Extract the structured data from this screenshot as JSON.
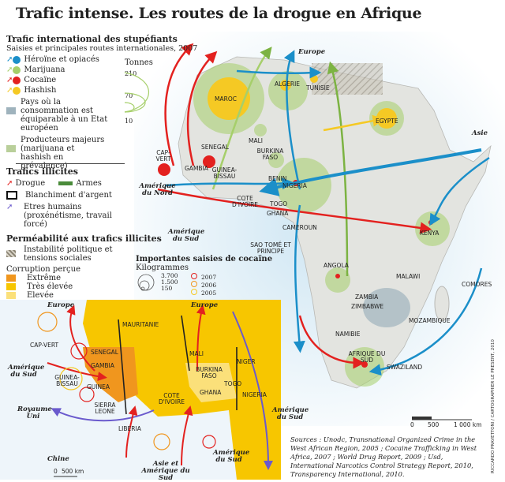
{
  "title": "Trafic intense. Les routes de la drogue en Afrique",
  "legend": {
    "section1_title": "Trafic international des stupéfiants",
    "section1_subtitle": "Saisies et principales routes internationales, 2007",
    "drugs": [
      {
        "label": "Héroïne et opiacés",
        "color": "#1b8fc9"
      },
      {
        "label": "Marijuana",
        "color": "#a6cf6a"
      },
      {
        "label": "Cocaïne",
        "color": "#e3211f"
      },
      {
        "label": "Hashish",
        "color": "#f5c924"
      }
    ],
    "consumption": "Pays où la consommation est équiparable à un Etat européen",
    "producers": "Producteurs majeurs (marijuana et hashish en prévalence)",
    "tonnes_title": "Tonnes",
    "tonnes": [
      "210",
      "70",
      "10"
    ],
    "section2_title": "Trafics illicites",
    "drogue": "Drogue",
    "armes": "Armes",
    "blanchiment": "Blanchiment d'argent",
    "humains": "Etres humains (proxénétisme, travail forcé)",
    "section3_title": "Perméabilité aux trafics illicites",
    "instabilite": "Instabilité politique et tensions sociales",
    "corruption_title": "Corruption perçue",
    "corruption": [
      {
        "label": "Extrême",
        "color": "#f0961e"
      },
      {
        "label": "Très élevée",
        "color": "#f7c600"
      },
      {
        "label": "Elevée",
        "color": "#fbe07a"
      }
    ]
  },
  "seizures": {
    "title": "Importantes saisies de cocaïne",
    "unit": "Kilogrammes",
    "sizes": [
      "3.700",
      "1.500",
      "150"
    ],
    "years": [
      {
        "label": "2007",
        "color": "#e3211f"
      },
      {
        "label": "2006",
        "color": "#f0961e"
      },
      {
        "label": "2005",
        "color": "#f5c924"
      }
    ]
  },
  "map": {
    "regions": [
      "Europe",
      "Asie",
      "Amérique du Nord",
      "Amérique du Sud",
      "Amérique du Sud"
    ],
    "countries": [
      "MAROC",
      "ALGERIE",
      "TUNISIE",
      "EGYPTE",
      "MALI",
      "SENEGAL",
      "GAMBIA",
      "GUINEA-BISSAU",
      "CAP-VERT",
      "BURKINA FASO",
      "BENIN",
      "NIGERIA",
      "TOGO",
      "GHANA",
      "COTE D'IVOIRE",
      "CAMEROUN",
      "SAO TOMÉ ET PRINCIPE",
      "KENYA",
      "ANGOLA",
      "ZAMBIA",
      "ZIMBABWE",
      "MALAWI",
      "COMORES",
      "MOZAMBIQUE",
      "NAMIBIE",
      "AFRIQUE DU SUD",
      "SWAZILAND"
    ],
    "scale": [
      "0",
      "500",
      "1 000 km"
    ]
  },
  "inset": {
    "regions": [
      "Europe",
      "Europe",
      "Amérique du Sud",
      "Royaume Uni",
      "Chine",
      "Asie et Amérique du Sud",
      "Amérique du Sud"
    ],
    "countries": [
      "MAURITANIE",
      "MALI",
      "NIGER",
      "CAP-VERT",
      "SENEGAL",
      "GAMBIA",
      "GUINEA-BISSAU",
      "GUINEA",
      "SIERRA LEONE",
      "LIBERIA",
      "COTE D'IVOIRE",
      "BURKINA FASO",
      "GHANA",
      "TOGO",
      "NIGERIA"
    ],
    "scale": [
      "0",
      "500 km"
    ]
  },
  "sources": "Sources : Unodc, Transnational Organized Crime in the West African Region, 2005 ; Cocaine Trafficking in West Africa, 2007 ; World Drug Report, 2009 ; Usd, International Narcotics Control Strategy Report, 2010, Transparency International, 2010.",
  "credit": "RICCARDO PRAVETTONI / CARTOGRAPHIER LE PRESENT, 2010"
}
